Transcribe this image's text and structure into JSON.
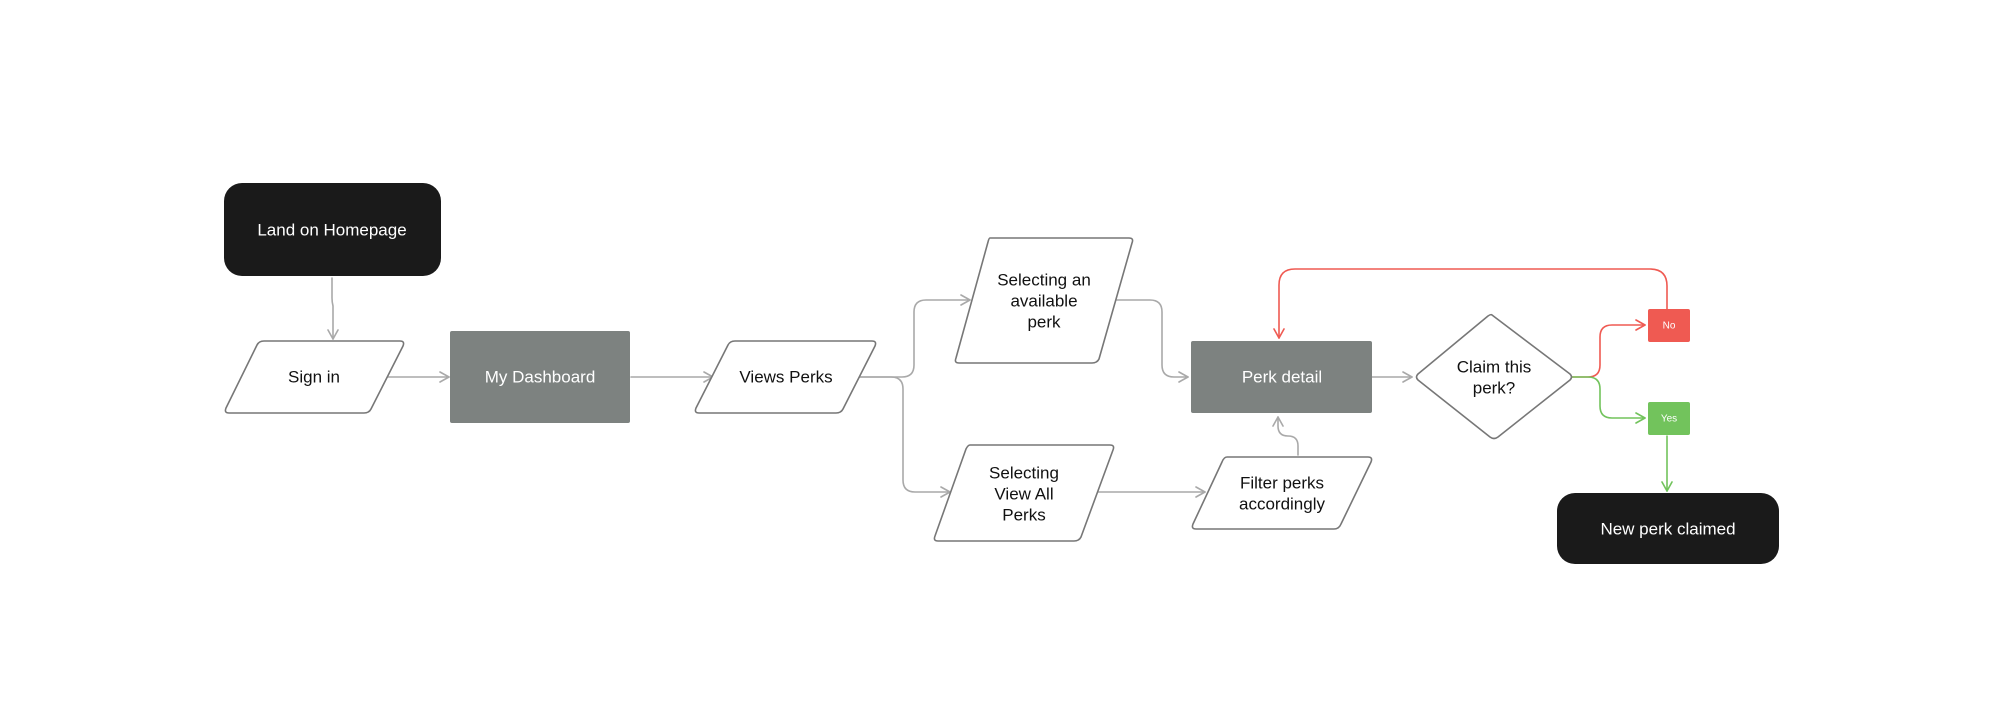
{
  "colors": {
    "terminal": "#1a1a1a",
    "process": "#7d8280",
    "outline": "#777777",
    "arrow": "#a9a9a9",
    "no": "#ef5a52",
    "yes": "#72c35c",
    "text_dark": "#111111",
    "text_light": "#ffffff"
  },
  "nodes": {
    "land_on_homepage": "Land on Homepage",
    "sign_in": "Sign in",
    "my_dashboard": "My Dashboard",
    "views_perks": "Views Perks",
    "selecting_available": [
      "Selecting an",
      "available",
      "perk"
    ],
    "selecting_view_all": [
      "Selecting",
      "View All",
      "Perks"
    ],
    "filter_perks": [
      "Filter perks",
      "accordingly"
    ],
    "perk_detail": "Perk detail",
    "claim_decision": [
      "Claim this",
      "perk?"
    ],
    "no_label": "No",
    "yes_label": "Yes",
    "new_perk_claimed": "New perk claimed"
  }
}
